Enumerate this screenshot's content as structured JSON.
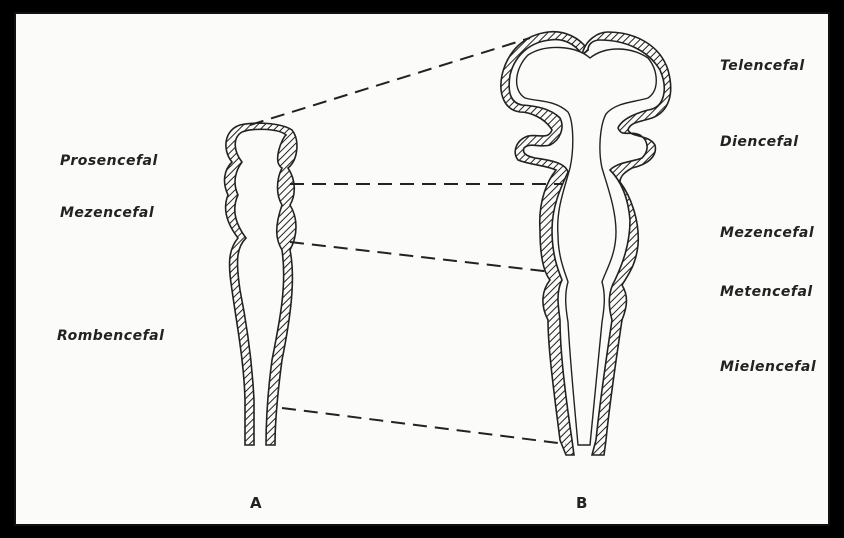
{
  "labels_left": {
    "prosencefal": "Prosencefal",
    "mezencefal": "Mezencefal",
    "rombencefal": "Rombencefal"
  },
  "labels_right": {
    "telencefal": "Telencefal",
    "diencefal": "Diencefal",
    "mezencefal": "Mezencefal",
    "metencefal": "Metencefal",
    "mielencefal": "Mielencefal"
  },
  "captions": {
    "a": "A",
    "b": "B"
  },
  "colors": {
    "background": "#fbfbf9",
    "ink": "#222222",
    "frame": "#000000"
  }
}
